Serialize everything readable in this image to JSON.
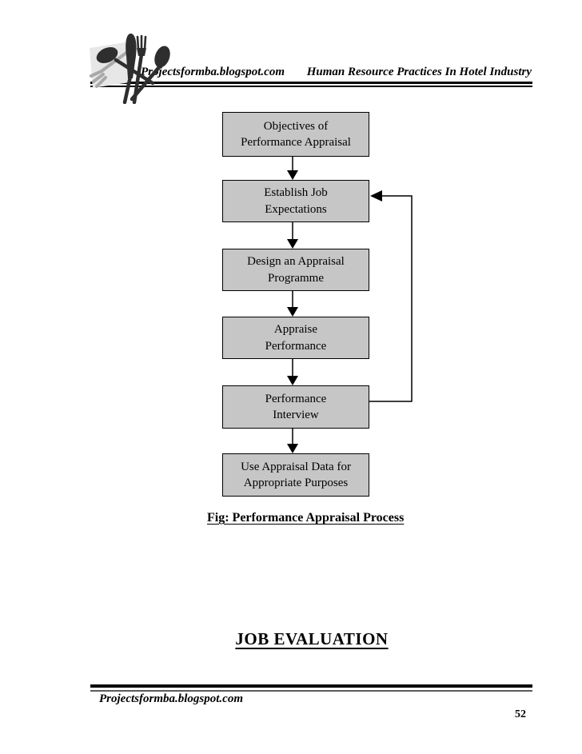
{
  "header": {
    "site": "Projectsformba.blogspot.com",
    "doc_title": "Human Resource Practices In Hotel Industry",
    "logo": "cutlery-logo"
  },
  "flowchart": {
    "caption": "Fig: Performance Appraisal Process",
    "box_fill": "#c6c6c6",
    "line_color": "#000000",
    "boxes": [
      {
        "label": "Objectives of\nPerformance Appraisal"
      },
      {
        "label": "Establish Job\nExpectations"
      },
      {
        "label": "Design an Appraisal\nProgramme"
      },
      {
        "label": "Appraise\nPerformance"
      },
      {
        "label": "Performance\nInterview"
      },
      {
        "label": "Use Appraisal Data for\nAppropriate Purposes"
      }
    ],
    "flow": "box1 → box2 → box3 → box4 → box5 → box6; feedback loop from box5 back to box2"
  },
  "section_title": "JOB EVALUATION",
  "footer": {
    "site": "Projectsformba.blogspot.com",
    "page_number": "52"
  }
}
